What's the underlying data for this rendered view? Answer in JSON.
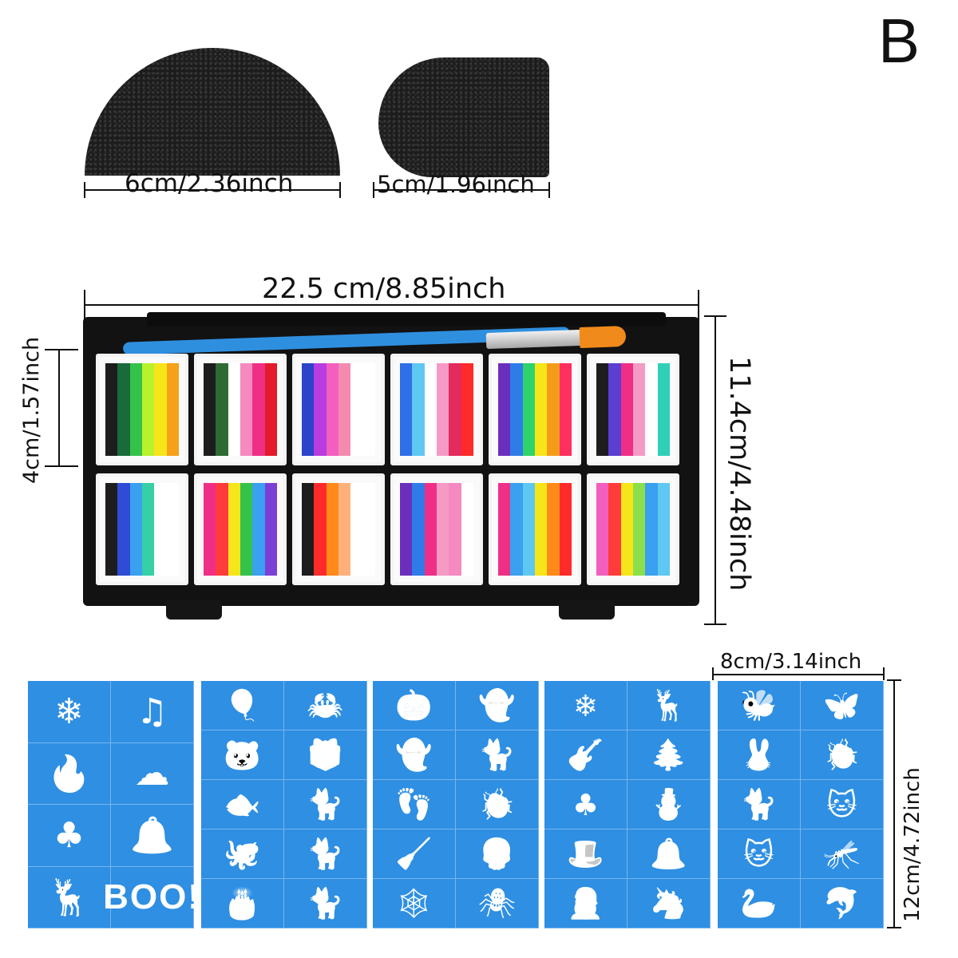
{
  "variant_label": "B",
  "sponges": {
    "large_size": "6cm/2.36inch",
    "small_size": "5cm/1.96inch"
  },
  "palette": {
    "width_label": "22.5 cm/8.85inch",
    "height_label": "11.4cm/4.48inch",
    "pan_height_label": "4cm/1.57inch",
    "pans_top": [
      [
        "#1d1d1d",
        "#1a6b3a",
        "#35c24a",
        "#b8f22c",
        "#f6e51a",
        "#f5a11a"
      ],
      [
        "#1d1d1d",
        "#2e6a34",
        "#ffffff",
        "#f58ac0",
        "#ef2f86",
        "#e31b2a"
      ],
      [
        "#2c44c9",
        "#b83ce0",
        "#f25fbf",
        "#f48ab0",
        "#ffffff",
        "#ffffff"
      ],
      [
        "#2f6fe8",
        "#5ec7f2",
        "#ffffff",
        "#f59ac4",
        "#e32b5d",
        "#ff2a2a"
      ],
      [
        "#6b2fbd",
        "#2f7ce8",
        "#2fd36b",
        "#f6e51a",
        "#f59b1a",
        "#ff2f5f"
      ],
      [
        "#1d1d1d",
        "#5a3fd0",
        "#ef2f86",
        "#f59ac4",
        "#ffffff",
        "#2fcfb8"
      ]
    ],
    "pans_bottom": [
      [
        "#1d1d1d",
        "#2e4cd6",
        "#3aa0ef",
        "#35d0a5",
        "#ffffff",
        "#ffffff"
      ],
      [
        "#ef2f86",
        "#ff3b3b",
        "#f6e51a",
        "#35c24a",
        "#3aa0ef",
        "#7b3fd6"
      ],
      [
        "#1d1d1d",
        "#ff2a2a",
        "#ff8a1a",
        "#ffb07a",
        "#ffffff",
        "#ffffff"
      ],
      [
        "#6b2fbd",
        "#2f7ce8",
        "#ef2f86",
        "#f59ac4",
        "#f58ac0",
        "#ffffff"
      ],
      [
        "#ef2f86",
        "#3aa0ef",
        "#5ec7f2",
        "#f6e51a",
        "#ff8a1a",
        "#ff2a2a"
      ],
      [
        "#f25fbf",
        "#ff3b3b",
        "#f6e51a",
        "#8be04a",
        "#3aa0ef",
        "#5ec7f2"
      ]
    ],
    "brush_handle_color": "#2f8fdf",
    "brush_tip_color": "#f08a1a"
  },
  "stencils": {
    "width_label": "8cm/3.14inch",
    "height_label": "12cm/4.72inch",
    "panel_color": "#2e8fe3",
    "sheets": [
      [
        "❄",
        "♫",
        "🔥",
        "☁",
        "♣",
        "🔔",
        "🦌",
        "BOO!"
      ],
      [
        "🎈",
        "🦀",
        "🐼",
        "🎁",
        "🐟",
        "🐈",
        "🐙",
        "🐈",
        "🎂",
        "🐈"
      ],
      [
        "🎃",
        "👻",
        "👻",
        "🐈",
        "👣",
        "🐞",
        "🧹",
        "💀",
        "🕸",
        "🕷"
      ],
      [
        "❄",
        "🦌",
        "🎸",
        "🌲",
        "♣",
        "⛄",
        "🎩",
        "🔔",
        "🎅",
        "🦄"
      ],
      [
        "🐝",
        "🦋",
        "🐰",
        "🐞",
        "🐈",
        "🐱",
        "🐱",
        "🦟",
        "🦢",
        "🐬"
      ]
    ]
  }
}
